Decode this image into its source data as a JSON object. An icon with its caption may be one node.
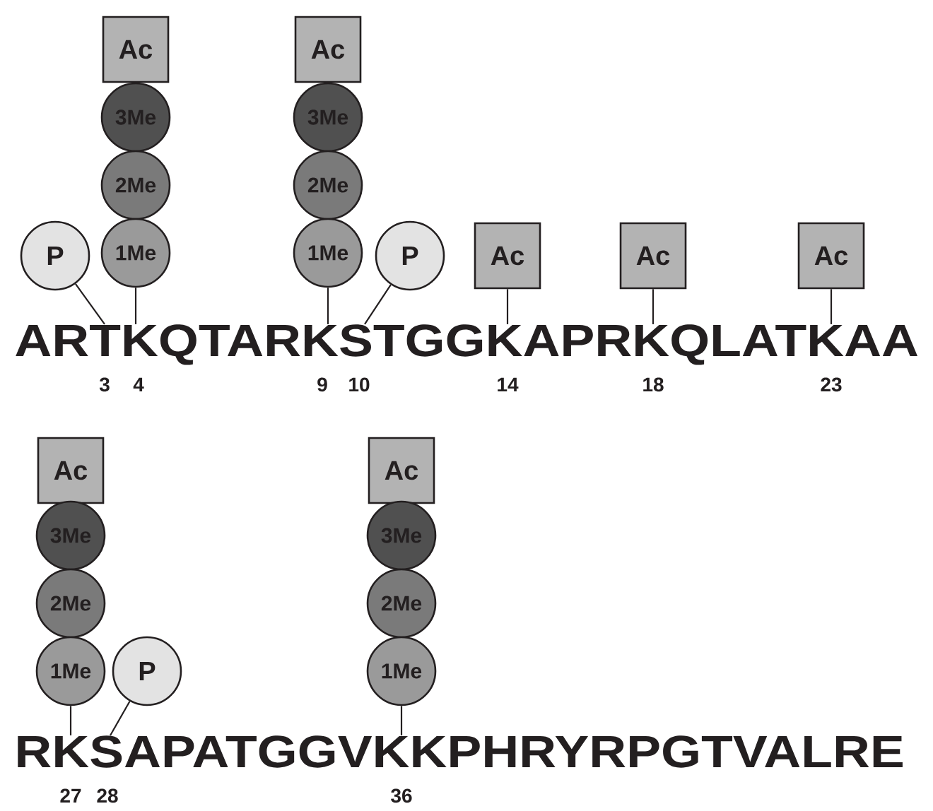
{
  "diagram": {
    "nodes": [
      {
        "text": [
          "P"
        ]
      },
      {
        "text": [
          "Ac"
        ]
      },
      {
        "text": [
          "3Me"
        ]
      },
      {
        "text": [
          "2Me"
        ]
      },
      {
        "text": [
          "1Me"
        ]
      },
      {
        "text": [
          "Ac"
        ]
      },
      {
        "text": [
          "3Me"
        ]
      },
      {
        "text": [
          "2Me"
        ]
      },
      {
        "text": [
          "1Me"
        ]
      },
      {
        "text": [
          "P"
        ]
      },
      {
        "text": [
          "Ac"
        ]
      },
      {
        "text": [
          "Ac"
        ]
      },
      {
        "text": [
          "Ac"
        ]
      },
      {
        "text": [
          "ARTKQTARKSTGGKAPRKQLATKAA"
        ]
      },
      {
        "text": [
          "Ac"
        ]
      },
      {
        "text": [
          "3Me"
        ]
      },
      {
        "text": [
          "2Me"
        ]
      },
      {
        "text": [
          "1Me"
        ]
      },
      {
        "text": [
          "P"
        ]
      },
      {
        "text": [
          "Ac"
        ]
      },
      {
        "text": [
          "3Me"
        ]
      },
      {
        "text": [
          "2Me"
        ]
      },
      {
        "text": [
          "1Me"
        ]
      },
      {
        "text": [
          "RKSAPATGGVKKPHRYRPGTVALRE"
        ]
      }
    ],
    "edges": [
      {
        "from": 0,
        "to": 13,
        "arrow": "none"
      },
      {
        "from": 4,
        "to": 13,
        "arrow": "none"
      },
      {
        "from": 8,
        "to": 13,
        "arrow": "none"
      },
      {
        "from": 9,
        "to": 13,
        "arrow": "none"
      },
      {
        "from": 10,
        "to": 13,
        "arrow": "none"
      },
      {
        "from": 11,
        "to": 13,
        "arrow": "none"
      },
      {
        "from": 12,
        "to": 13,
        "arrow": "none"
      },
      {
        "from": 17,
        "to": 23,
        "arrow": "none"
      },
      {
        "from": 18,
        "to": 23,
        "arrow": "none"
      },
      {
        "from": 22,
        "to": 23,
        "arrow": "none"
      }
    ],
    "labels": [
      "3",
      "4",
      "9",
      "10",
      "14",
      "18",
      "23",
      "27",
      "28",
      "36"
    ]
  }
}
